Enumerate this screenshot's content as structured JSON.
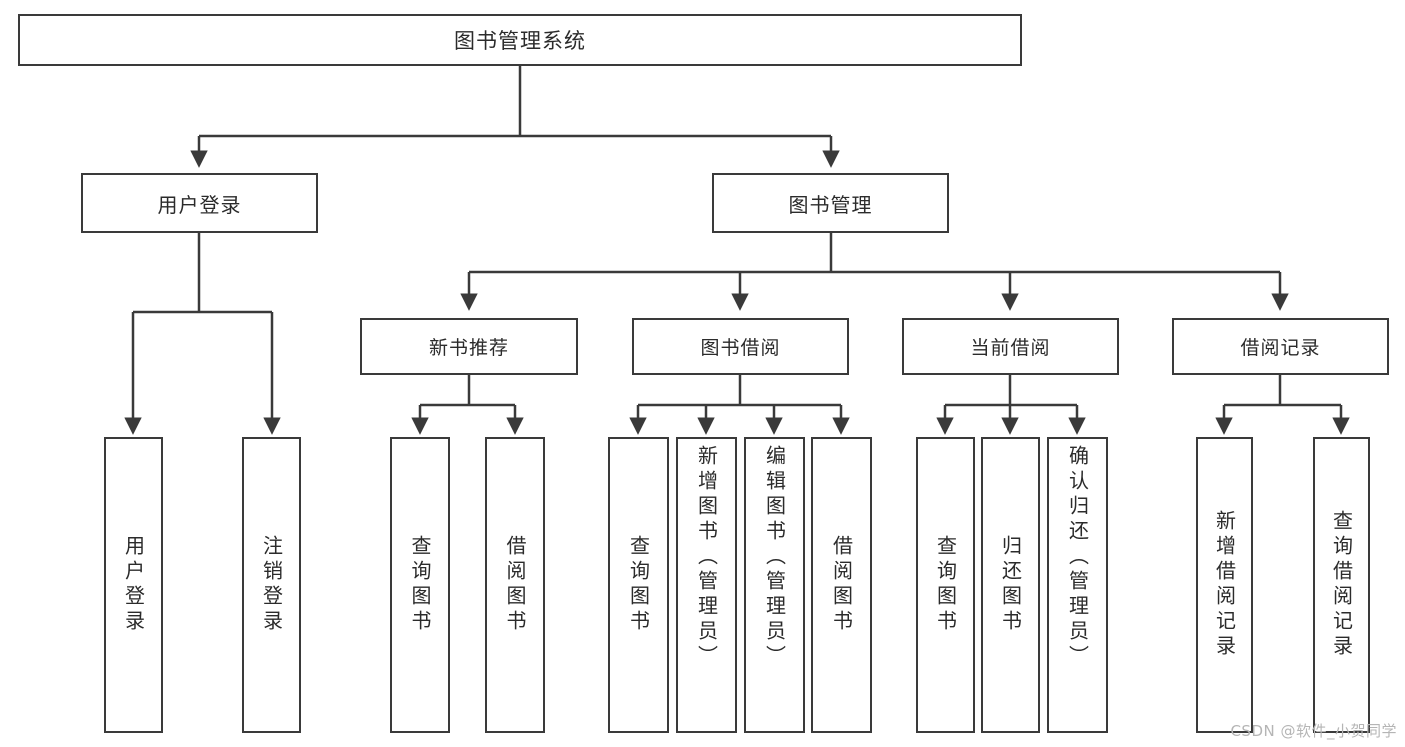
{
  "diagram": {
    "title": "图书管理系统",
    "type": "tree",
    "root": {
      "label": "图书管理系统"
    },
    "level1": [
      {
        "id": "user-login",
        "label": "用户登录"
      },
      {
        "id": "book-management",
        "label": "图书管理"
      }
    ],
    "level2": [
      {
        "id": "new-book-recommend",
        "label": "新书推荐",
        "parent": "book-management"
      },
      {
        "id": "book-borrow",
        "label": "图书借阅",
        "parent": "book-management"
      },
      {
        "id": "current-borrow",
        "label": "当前借阅",
        "parent": "book-management"
      },
      {
        "id": "borrow-record",
        "label": "借阅记录",
        "parent": "book-management"
      }
    ],
    "leaves": [
      {
        "id": "leaf-user-login",
        "label": "用户登录",
        "parent": "user-login"
      },
      {
        "id": "leaf-logout",
        "label": "注销登录",
        "parent": "user-login"
      },
      {
        "id": "leaf-query-book-1",
        "label": "查询图书",
        "parent": "new-book-recommend"
      },
      {
        "id": "leaf-borrow-book-1",
        "label": "借阅图书",
        "parent": "new-book-recommend"
      },
      {
        "id": "leaf-query-book-2",
        "label": "查询图书",
        "parent": "book-borrow"
      },
      {
        "id": "leaf-add-book",
        "label": "新增图书（管理员）",
        "parent": "book-borrow"
      },
      {
        "id": "leaf-edit-book",
        "label": "编辑图书（管理员）",
        "parent": "book-borrow"
      },
      {
        "id": "leaf-borrow-book-2",
        "label": "借阅图书",
        "parent": "book-borrow"
      },
      {
        "id": "leaf-query-book-3",
        "label": "查询图书",
        "parent": "current-borrow"
      },
      {
        "id": "leaf-return-book",
        "label": "归还图书",
        "parent": "current-borrow"
      },
      {
        "id": "leaf-confirm-return",
        "label": "确认归还（管理员）",
        "parent": "current-borrow"
      },
      {
        "id": "leaf-add-record",
        "label": "新增借阅记录",
        "parent": "borrow-record"
      },
      {
        "id": "leaf-query-record",
        "label": "查询借阅记录",
        "parent": "borrow-record"
      }
    ],
    "watermark": "CSDN @软件_小贺同学",
    "colors": {
      "stroke": "#3a3a3a",
      "text": "#2b2b2b",
      "background": "#ffffff",
      "watermark": "#b5b5b5"
    }
  }
}
